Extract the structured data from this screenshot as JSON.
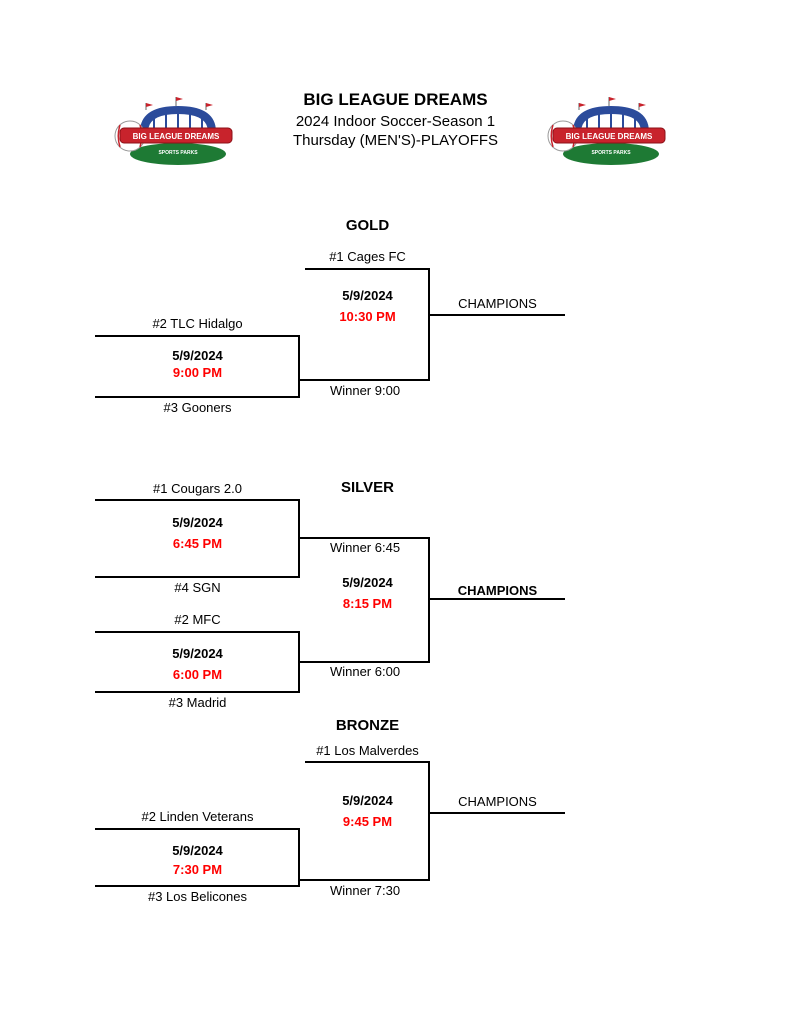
{
  "header": {
    "title": "BIG LEAGUE DREAMS",
    "subtitle1": "2024 Indoor Soccer-Season 1",
    "subtitle2": "Thursday (MEN'S)-PLAYOFFS"
  },
  "logo": {
    "banner_text": "BIG LEAGUE DREAMS",
    "subtext": "SPORTS PARKS"
  },
  "colors": {
    "time_red": "#FF0000",
    "line_black": "#000000",
    "logo_blue": "#2B4B9B",
    "logo_red": "#C8232C",
    "logo_green": "#1E7A34"
  },
  "gold": {
    "title": "GOLD",
    "final": {
      "top_team": "#1 Cages FC",
      "date": "5/9/2024",
      "time": "10:30 PM",
      "bottom_slot": "Winner 9:00",
      "champion": "CHAMPIONS"
    },
    "semifinal": {
      "top_team": "#2 TLC Hidalgo",
      "date": "5/9/2024",
      "time": "9:00 PM",
      "bottom_team": "#3 Gooners"
    }
  },
  "silver": {
    "title": "SILVER",
    "semifinal1": {
      "top_team": "#1 Cougars 2.0",
      "date": "5/9/2024",
      "time": "6:45 PM",
      "bottom_team": "#4 SGN",
      "winner_slot": "Winner 6:45"
    },
    "semifinal2": {
      "top_team": "#2 MFC",
      "date": "5/9/2024",
      "time": "6:00 PM",
      "bottom_team": "#3 Madrid",
      "winner_slot": "Winner 6:00"
    },
    "final": {
      "date": "5/9/2024",
      "time": "8:15 PM",
      "champion": "CHAMPIONS"
    }
  },
  "bronze": {
    "title": "BRONZE",
    "final": {
      "top_team": "#1 Los Malverdes",
      "date": "5/9/2024",
      "time": "9:45 PM",
      "bottom_slot": "Winner 7:30",
      "champion": "CHAMPIONS"
    },
    "semifinal": {
      "top_team": "#2 Linden Veterans",
      "date": "5/9/2024",
      "time": "7:30 PM",
      "bottom_team": "#3 Los Belicones"
    }
  }
}
